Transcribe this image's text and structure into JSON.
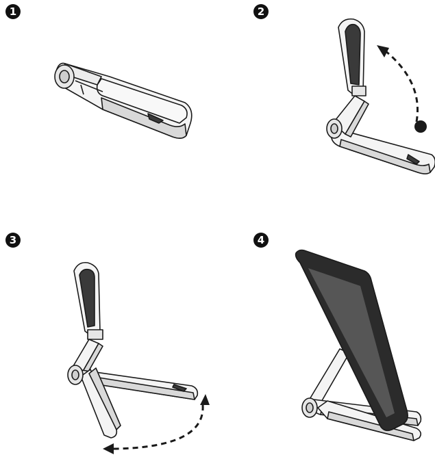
{
  "steps": [
    {
      "number": "1",
      "state": "folded"
    },
    {
      "number": "2",
      "state": "top-arm-raised"
    },
    {
      "number": "3",
      "state": "legs-spread"
    },
    {
      "number": "4",
      "state": "tablet-on-stand"
    }
  ],
  "colors": {
    "line": "#1a1a1a",
    "body": "#f4f4f4",
    "body_shade": "#d9d9d9",
    "pad": "#3a3a3a",
    "tablet": "#2b2b2b",
    "screen": "#565656"
  }
}
